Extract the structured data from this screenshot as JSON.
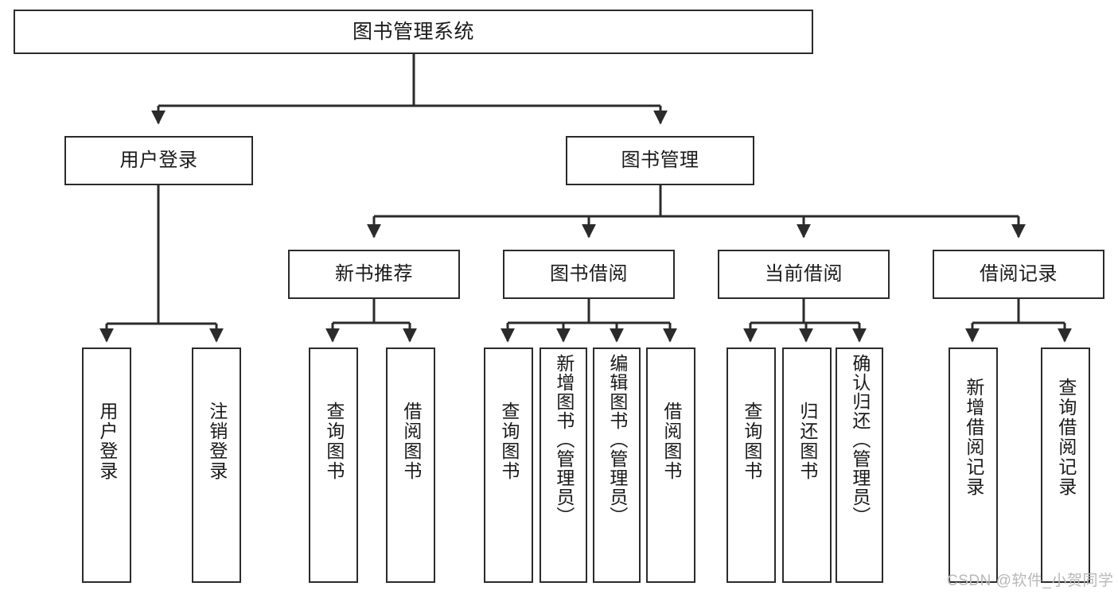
{
  "diagram": {
    "title": "图书管理系统",
    "type": "hierarchy-tree",
    "colors": {
      "stroke": "#2b2b2b",
      "fill": "#ffffff",
      "background": "#ffffff",
      "watermark": "#b8b8b8"
    },
    "nodes": {
      "root": {
        "label": "图书管理系统"
      },
      "level2": [
        {
          "id": "user-login",
          "label": "用户登录"
        },
        {
          "id": "book-management",
          "label": "图书管理"
        }
      ],
      "level3": [
        {
          "id": "new-book-recommend",
          "label": "新书推荐"
        },
        {
          "id": "book-borrow",
          "label": "图书借阅"
        },
        {
          "id": "current-borrow",
          "label": "当前借阅"
        },
        {
          "id": "borrow-record",
          "label": "借阅记录"
        }
      ],
      "leaves": {
        "user-login": [
          {
            "id": "leaf-user-login",
            "label": "用户登录"
          },
          {
            "id": "leaf-logout",
            "label": "注销登录"
          }
        ],
        "new-book-recommend": [
          {
            "id": "leaf-query-book-1",
            "label": "查询图书"
          },
          {
            "id": "leaf-borrow-book-1",
            "label": "借阅图书"
          }
        ],
        "book-borrow": [
          {
            "id": "leaf-query-book-2",
            "label": "查询图书"
          },
          {
            "id": "leaf-add-book",
            "label": "新增图书（管理员）"
          },
          {
            "id": "leaf-edit-book",
            "label": "编辑图书（管理员）"
          },
          {
            "id": "leaf-borrow-book-2",
            "label": "借阅图书"
          }
        ],
        "current-borrow": [
          {
            "id": "leaf-query-book-3",
            "label": "查询图书"
          },
          {
            "id": "leaf-return-book",
            "label": "归还图书"
          },
          {
            "id": "leaf-confirm-return",
            "label": "确认归还（管理员）"
          }
        ],
        "borrow-record": [
          {
            "id": "leaf-add-record",
            "label": "新增借阅记录"
          },
          {
            "id": "leaf-query-record",
            "label": "查询借阅记录"
          }
        ]
      }
    },
    "watermark": "CSDN @软件_小贺同学"
  }
}
